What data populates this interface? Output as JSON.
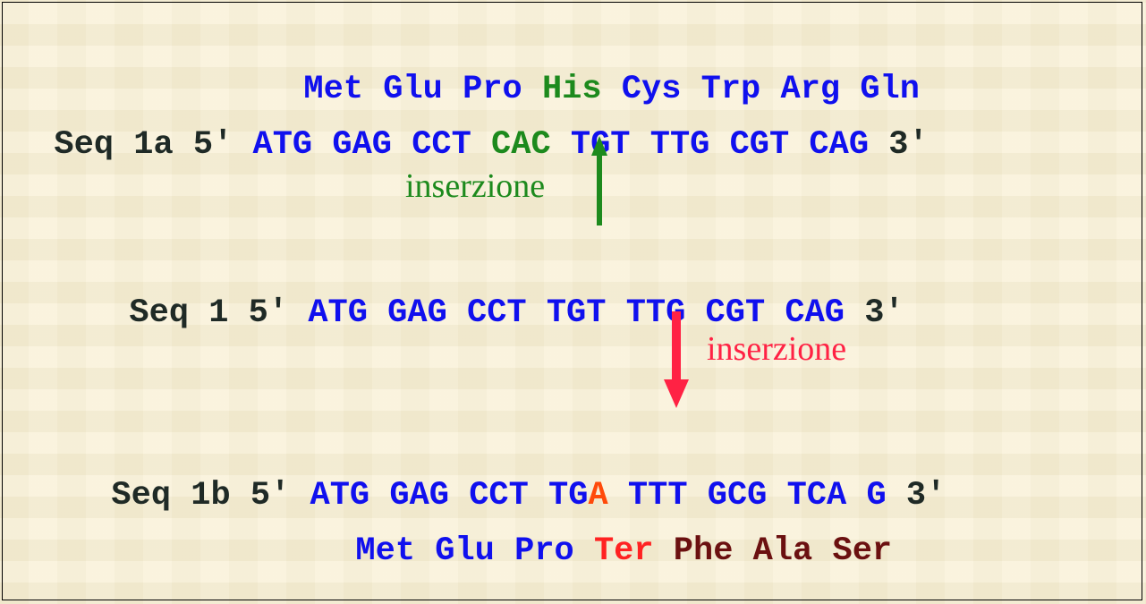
{
  "seq1a": {
    "protein": [
      {
        "aa": "Met",
        "color": "#1010ee"
      },
      {
        "aa": "Glu",
        "color": "#1010ee"
      },
      {
        "aa": "Pro",
        "color": "#1010ee"
      },
      {
        "aa": "His",
        "color": "#1d8a1d"
      },
      {
        "aa": "Cys",
        "color": "#1010ee"
      },
      {
        "aa": "Trp",
        "color": "#1010ee"
      },
      {
        "aa": "Arg",
        "color": "#1010ee"
      },
      {
        "aa": "Gln",
        "color": "#1010ee"
      }
    ],
    "label": "Seq 1a",
    "five_prime": "5′",
    "codons": [
      "ATG",
      "GAG",
      "CCT",
      "CAC",
      "TGT",
      "TTG",
      "CGT",
      "CAG"
    ],
    "three_prime": "3′"
  },
  "insertion_up": {
    "label": "inserzione",
    "color": "#1d8a1d"
  },
  "seq1": {
    "label": "Seq 1",
    "five_prime": "5′",
    "codons": [
      "ATG",
      "GAG",
      "CCT",
      "TGT",
      "TTG",
      "CGT",
      "CAG"
    ],
    "three_prime": "3′"
  },
  "insertion_down": {
    "label": "inserzione",
    "color": "#ff2244"
  },
  "seq1b": {
    "label": "Seq 1b",
    "five_prime": "5′",
    "codons": [
      "ATG",
      "GAG",
      "CCT"
    ],
    "mutant_codon_prefix": "TG",
    "inserted_base": "A",
    "codons_after": [
      "TTT",
      "GCG",
      "TCA",
      "G"
    ],
    "three_prime": "3′",
    "protein": [
      {
        "aa": "Met",
        "color": "#1010ee"
      },
      {
        "aa": "Glu",
        "color": "#1010ee"
      },
      {
        "aa": "Pro",
        "color": "#1010ee"
      },
      {
        "aa": "Ter",
        "color": "#ff2222"
      },
      {
        "aa": "Phe",
        "color": "#6b1010"
      },
      {
        "aa": "Ala",
        "color": "#6b1010"
      },
      {
        "aa": "Ser",
        "color": "#6b1010"
      }
    ]
  }
}
